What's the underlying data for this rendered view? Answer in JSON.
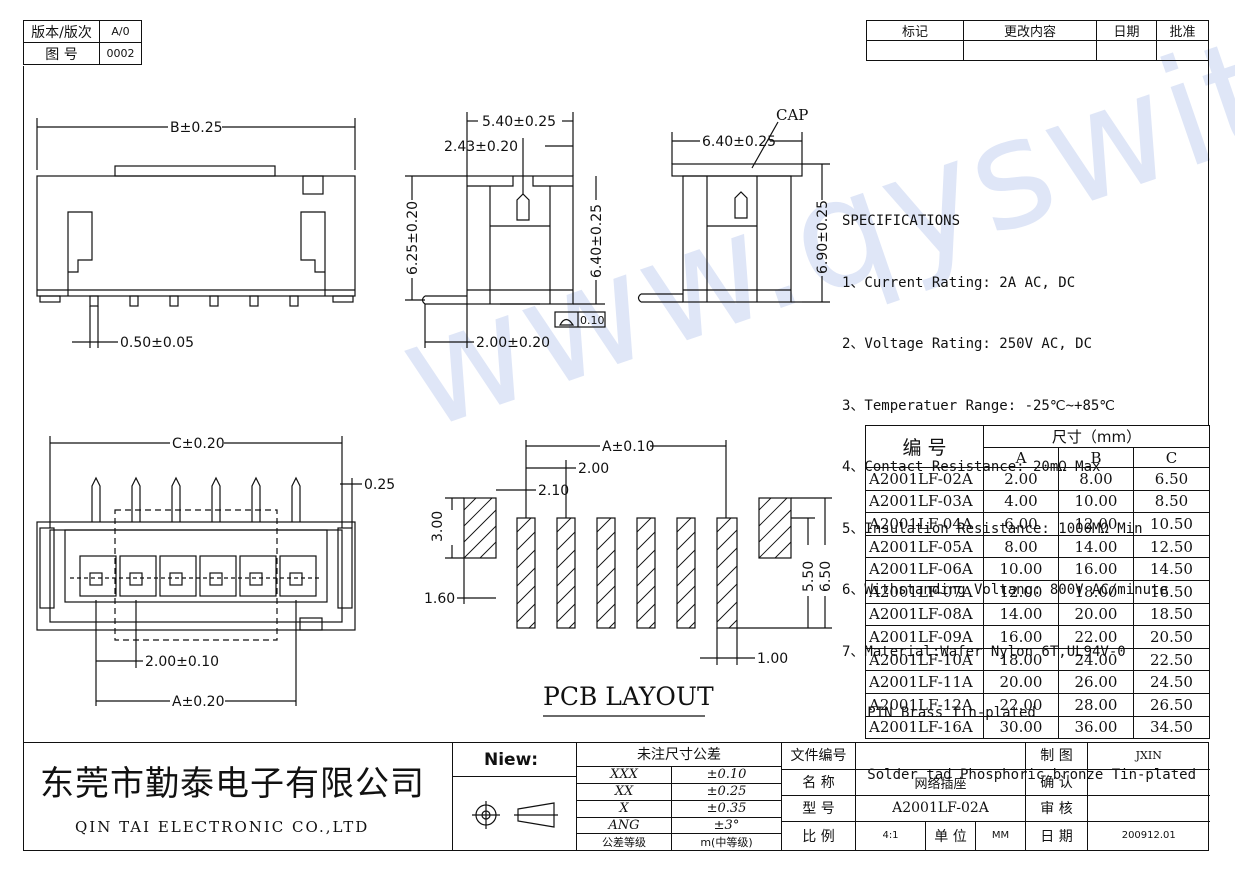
{
  "header": {
    "version_label": "版本/版次",
    "version_value": "A/0",
    "drawing_no_label": "图 号",
    "drawing_no_value": "0002"
  },
  "revision": {
    "headers": [
      "标记",
      "更改内容",
      "日期",
      "批准"
    ]
  },
  "views": {
    "top_b": "B±0.25",
    "pin_width": "0.50±0.05",
    "side_540": "5.40±0.25",
    "side_243": "2.43±0.20",
    "side_625": "6.25±0.20",
    "side_640": "6.40±0.25",
    "side_200": "2.00±0.20",
    "flatness": "0.10",
    "cap_label": "CAP",
    "cap_640": "6.40±0.25",
    "cap_690": "6.90±0.25",
    "bottom_c": "C±0.20",
    "bottom_025": "0.25",
    "pitch": "2.00±0.10",
    "bottom_a": "A±0.20"
  },
  "pcb": {
    "a": "A±0.10",
    "d200": "2.00",
    "d210": "2.10",
    "d300": "3.00",
    "d160": "1.60",
    "d550": "5.50",
    "d650": "6.50",
    "d100": "1.00",
    "title": "PCB LAYOUT"
  },
  "specs": {
    "title": "SPECIFICATIONS",
    "lines": [
      "1、Current Rating: 2A AC, DC",
      "2、Voltage Rating: 250V AC, DC",
      "3、Temperatuer Range: -25℃~+85℃",
      "4、Contact Resistance: 20mΩ Max",
      "5、Insulation Resistance: 1000MΩ Min",
      "6、Withstanding Voltang: 800V AC/minute",
      "7、Material:Wafer Nylon 6T,UL94V-0",
      "   PIN Brass Tin-plated",
      "   Solder tad Phosphoric bronze Tin-plated"
    ]
  },
  "size_table": {
    "code_header": "编  号",
    "size_header": "尺寸（mm）",
    "cols": [
      "A",
      "B",
      "C"
    ],
    "rows": [
      [
        "A2001LF-02A",
        "2.00",
        "8.00",
        "6.50"
      ],
      [
        "A2001LF-03A",
        "4.00",
        "10.00",
        "8.50"
      ],
      [
        "A2001LF-04A",
        "6.00",
        "12.00",
        "10.50"
      ],
      [
        "A2001LF-05A",
        "8.00",
        "14.00",
        "12.50"
      ],
      [
        "A2001LF-06A",
        "10.00",
        "16.00",
        "14.50"
      ],
      [
        "A2001LF-07A",
        "12.00",
        "18.00",
        "16.50"
      ],
      [
        "A2001LF-08A",
        "14.00",
        "20.00",
        "18.50"
      ],
      [
        "A2001LF-09A",
        "16.00",
        "22.00",
        "20.50"
      ],
      [
        "A2001LF-10A",
        "18.00",
        "24.00",
        "22.50"
      ],
      [
        "A2001LF-11A",
        "20.00",
        "26.00",
        "24.50"
      ],
      [
        "A2001LF-12A",
        "22.00",
        "28.00",
        "26.50"
      ],
      [
        "A2001LF-16A",
        "30.00",
        "36.00",
        "34.50"
      ]
    ]
  },
  "title_block": {
    "company_cn": "东莞市勤泰电子有限公司",
    "company_en": "QIN TAI ELECTRONIC CO.,LTD",
    "view_label": "Niew:",
    "tol_header": "未注尺寸公差",
    "tolerances": [
      [
        "XXX",
        "±0.10"
      ],
      [
        "XX",
        "±0.25"
      ],
      [
        "X",
        "±0.35"
      ],
      [
        "ANG",
        "±3°"
      ],
      [
        "公差等级",
        "m(中等级)"
      ]
    ],
    "doc_no_label": "文件编号",
    "drawn_label": "制 图",
    "drawn_value": "JXIN",
    "name_label": "名 称",
    "name_value": "网络插座",
    "confirm_label": "确 认",
    "model_label": "型 号",
    "model_value": "A2001LF-02A",
    "review_label": "审 核",
    "scale_label": "比 例",
    "scale_value": "4:1",
    "unit_label": "单 位",
    "unit_value": "MM",
    "date_label": "日 期",
    "date_value": "200912.01"
  },
  "watermark": "www.qyswitch.com"
}
